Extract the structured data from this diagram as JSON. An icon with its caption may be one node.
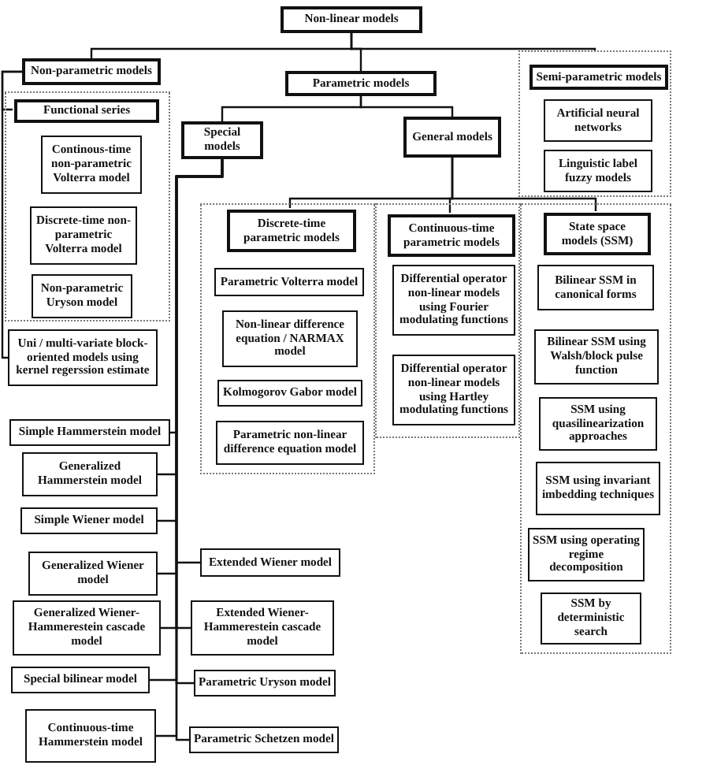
{
  "diagram": {
    "nodes": [
      {
        "text": [
          "Non-linear models"
        ]
      },
      {
        "text": [
          "Non-parametric models"
        ]
      },
      {
        "text": [],
        "shape": "box"
      },
      {
        "text": [
          "Functional series"
        ],
        "in": 2
      },
      {
        "text": [
          "Continous-time non-parametric Volterra model"
        ],
        "in": 2
      },
      {
        "text": [
          "Discrete-time non-parametric Volterra model"
        ],
        "in": 2
      },
      {
        "text": [
          "Non-parametric Uryson model"
        ],
        "in": 2
      },
      {
        "text": [
          "Uni / multi-variate block-oriented models using kernel regerssion estimate"
        ]
      },
      {
        "text": [
          "Parametric models"
        ]
      },
      {
        "text": [
          "Special models"
        ]
      },
      {
        "text": [
          "General models"
        ]
      },
      {
        "text": [],
        "shape": "box"
      },
      {
        "text": [
          "Semi-parametric models"
        ],
        "in": 11
      },
      {
        "text": [
          "Artificial neural networks"
        ],
        "in": 11
      },
      {
        "text": [
          "Linguistic label fuzzy models"
        ],
        "in": 11
      },
      {
        "text": [],
        "shape": "box"
      },
      {
        "text": [
          "Discrete-time parametric models"
        ],
        "in": 15
      },
      {
        "text": [
          "Parametric Volterra model"
        ],
        "in": 15
      },
      {
        "text": [
          "Non-linear difference equation / NARMAX model"
        ],
        "in": 15
      },
      {
        "text": [
          "Kolmogorov Gabor model"
        ],
        "in": 15
      },
      {
        "text": [
          "Parametric non-linear difference equation model"
        ],
        "in": 15
      },
      {
        "text": [],
        "shape": "box"
      },
      {
        "text": [
          "Continuous-time parametric models"
        ],
        "in": 21
      },
      {
        "text": [
          "Differential operator non-linear models using Fourier modulating functions"
        ],
        "in": 21
      },
      {
        "text": [
          "Differential operator non-linear models using Hartley modulating functions"
        ],
        "in": 21
      },
      {
        "text": [],
        "shape": "box"
      },
      {
        "text": [
          "State space models (SSM)"
        ],
        "in": 25
      },
      {
        "text": [
          "Bilinear SSM in canonical forms"
        ],
        "in": 25
      },
      {
        "text": [
          "Bilinear SSM using Walsh/block pulse function"
        ],
        "in": 25
      },
      {
        "text": [
          "SSM using quasilinearization approaches"
        ],
        "in": 25
      },
      {
        "text": [
          "SSM using invariant imbedding techniques"
        ],
        "in": 25
      },
      {
        "text": [
          "SSM using operating regime decomposition"
        ],
        "in": 25
      },
      {
        "text": [
          "SSM by deterministic search"
        ],
        "in": 25
      },
      {
        "text": [
          "Simple Hammerstein model"
        ]
      },
      {
        "text": [
          "Generalized Hammerstein model"
        ]
      },
      {
        "text": [
          "Simple Wiener model"
        ]
      },
      {
        "text": [
          "Generalized Wiener model"
        ]
      },
      {
        "text": [
          "Generalized Wiener-Hammerestein cascade model"
        ]
      },
      {
        "text": [
          "Special bilinear model"
        ]
      },
      {
        "text": [
          "Continuous-time Hammerstein model"
        ]
      },
      {
        "text": [
          "Extended Wiener model"
        ]
      },
      {
        "text": [
          "Extended Wiener-Hammerestein cascade model"
        ]
      },
      {
        "text": [
          "Parametric Uryson model"
        ]
      },
      {
        "text": [
          "Parametric Schetzen model"
        ]
      }
    ],
    "edges": [
      {
        "from": 0,
        "to": 1,
        "arrow": "none"
      },
      {
        "from": 0,
        "to": 8,
        "arrow": "none"
      },
      {
        "from": 0,
        "to": 11,
        "arrow": "none"
      },
      {
        "from": 1,
        "to": 3,
        "arrow": "none"
      },
      {
        "from": 1,
        "to": 7,
        "arrow": "none"
      },
      {
        "from": 8,
        "to": 9,
        "arrow": "none"
      },
      {
        "from": 8,
        "to": 10,
        "arrow": "none"
      },
      {
        "from": 10,
        "to": 16,
        "arrow": "none"
      },
      {
        "from": 10,
        "to": 22,
        "arrow": "none"
      },
      {
        "from": 10,
        "to": 26,
        "arrow": "none"
      },
      {
        "from": 9,
        "to": 33,
        "arrow": "none"
      },
      {
        "from": 9,
        "to": 34,
        "arrow": "none"
      },
      {
        "from": 9,
        "to": 35,
        "arrow": "none"
      },
      {
        "from": 9,
        "to": 36,
        "arrow": "none"
      },
      {
        "from": 9,
        "to": 37,
        "arrow": "none"
      },
      {
        "from": 9,
        "to": 38,
        "arrow": "none"
      },
      {
        "from": 9,
        "to": 39,
        "arrow": "none"
      },
      {
        "from": 9,
        "to": 40,
        "arrow": "none"
      },
      {
        "from": 9,
        "to": 41,
        "arrow": "none"
      },
      {
        "from": 9,
        "to": 42,
        "arrow": "none"
      },
      {
        "from": 9,
        "to": 43,
        "arrow": "none"
      }
    ]
  }
}
